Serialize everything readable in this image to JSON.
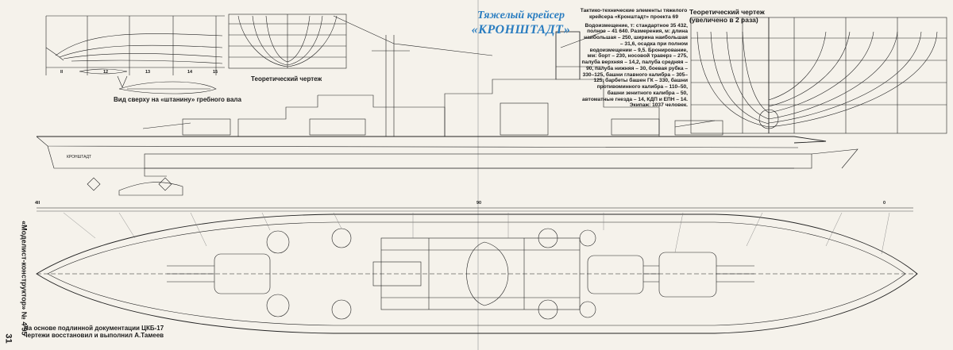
{
  "title": {
    "line1": "Тяжелый крейсер",
    "line2": "«КРОНШТАДТ»"
  },
  "specs": {
    "heading": "Тактико-технические элементы тяжелого крейсера «Кронштадт» проекта 69",
    "body": "Водоизмещение, т: стандартное 35 432, полное – 41 640. Размерения, м: длина наибольшая – 250, ширина наибольшая – 31,6, осадка при полном водоизмещении – 9,5. Бронирование, мм: борт – 230, носовой траверз – 275, палуба верхняя – 14,2, палуба средняя – 90, палуба нижняя – 30, боевая рубка – 330–125, башни главного калибра – 305–125, барбеты башен ГК – 330, башни противоминного калибра – 110–50, башни зенитного калибра – 50, автоматные гнезда – 14, КДП и ЕПН – 14. Экипаж: 1037 человек."
  },
  "labels": {
    "theory_top": [
      "Теоретический чертеж",
      "(увеличено в 2 раза)"
    ],
    "theory_left": "Теоретический чертеж",
    "shaft_view": "Вид сверху на «штанину» гребного вала",
    "ship_name": "КРОНШТАДТ"
  },
  "frames": {
    "stations": [
      "II",
      "12",
      "13",
      "14",
      "15"
    ],
    "side_left": "4II",
    "side_mid": "90",
    "side_right": "0"
  },
  "credit": {
    "line1": "На основе подлинной документации ЦКБ-17",
    "line2": "чертежи восстановил и выполнил А.Тамеев"
  },
  "page": {
    "side_caption": "«Моделист-конструктор» № 4'95",
    "number": "31"
  },
  "colors": {
    "title": "#2a7dc0",
    "ink": "#1a1a1a",
    "paper": "#f5f2eb"
  }
}
